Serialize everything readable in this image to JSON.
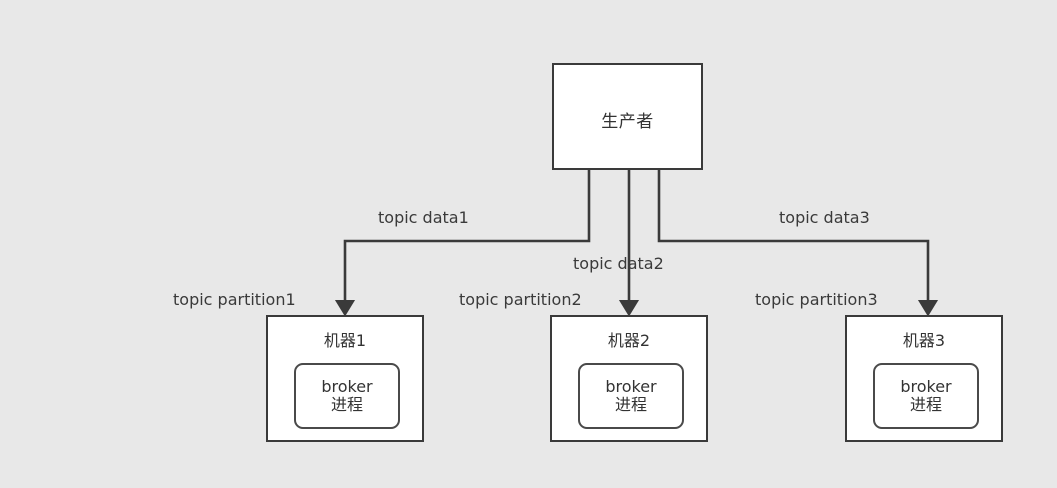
{
  "diagram": {
    "title": "Kafka producer to broker topic partition diagram",
    "background_color": "#e8e8e8",
    "line_color": "#3a3a3a",
    "box_fill": "#ffffff",
    "text_color": "#333333",
    "producer": {
      "label": "生产者"
    },
    "machines": [
      {
        "title": "机器1",
        "broker_line1": "broker",
        "broker_line2": "进程"
      },
      {
        "title": "机器2",
        "broker_line1": "broker",
        "broker_line2": "进程"
      },
      {
        "title": "机器3",
        "broker_line1": "broker",
        "broker_line2": "进程"
      }
    ],
    "edge_labels": {
      "data1": "topic data1",
      "data2": "topic data2",
      "data3": "topic data3",
      "partition1": "topic partition1",
      "partition2": "topic partition2",
      "partition3": "topic partition3"
    }
  }
}
